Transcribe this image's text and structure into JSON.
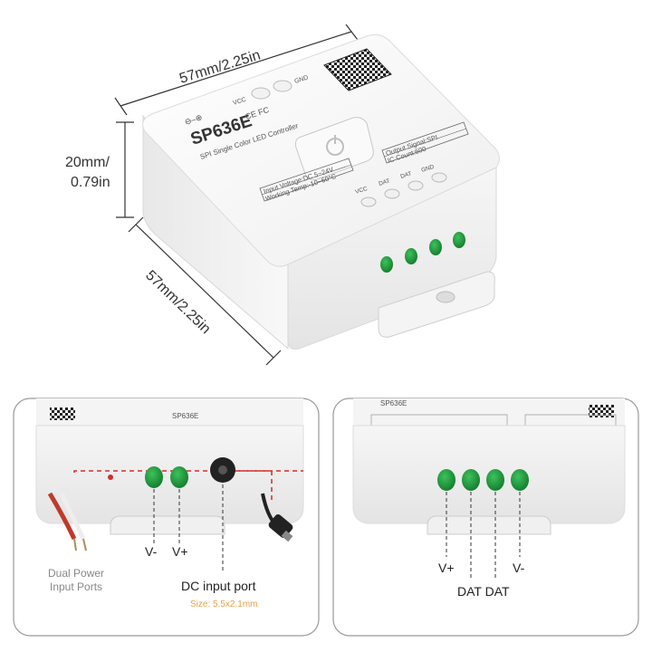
{
  "dimensions": {
    "width_label": "57mm/2.25in",
    "height_label_line1": "20mm/",
    "height_label_line2": "0.79in",
    "depth_label": "57mm/2.25in"
  },
  "device": {
    "model": "SP636E",
    "subtitle": "SPI Single Color LED Controller",
    "top_vcc": "VCC",
    "top_gnd": "GND",
    "cert_marks": "CE FC",
    "specs": {
      "input_voltage": "Input Voltage:DC 5~24V",
      "working_temp": "Working Temp:-10~60°C",
      "output_signal": "Output Signal:SPI",
      "ic_count": "IC Count:600"
    },
    "port_labels": [
      "VCC",
      "DAT",
      "DAT",
      "GND"
    ]
  },
  "left_panel": {
    "v_minus": "V-",
    "v_plus": "V+",
    "dual_power_line1": "Dual Power",
    "dual_power_line2": "Input Ports",
    "dc_port_title": "DC input port",
    "dc_port_size": "Size: 5.5x2.1mm"
  },
  "right_panel": {
    "v_plus": "V+",
    "v_minus": "V-",
    "dat_label": "DAT DAT"
  },
  "colors": {
    "terminal_green": "#1f9a3e",
    "outline": "#2b2b2b",
    "red_dashed": "#d62b2b",
    "accent_orange": "#e8a24a"
  }
}
